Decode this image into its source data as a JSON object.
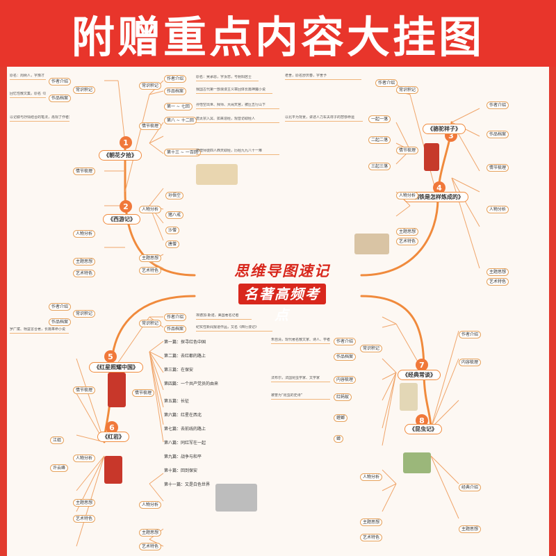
{
  "banner": {
    "title": "附赠重点内容大挂图"
  },
  "center": {
    "line1": "思维导图速记",
    "line2": "名著高频考点"
  },
  "books": [
    {
      "num": "1",
      "title": "《朝花夕拾》"
    },
    {
      "num": "2",
      "title": "《西游记》"
    },
    {
      "num": "3",
      "title": "《骆驼祥子》"
    },
    {
      "num": "4",
      "title": "《钢铁是怎样炼成的》"
    },
    {
      "num": "5",
      "title": "《红星照耀中国》"
    },
    {
      "num": "6",
      "title": "《红岩》"
    },
    {
      "num": "7",
      "title": "《经典常谈》"
    },
    {
      "num": "8",
      "title": "《昆虫记》"
    }
  ],
  "labels": {
    "author": "作者介绍",
    "work": "作品档案",
    "common": "常识积记",
    "plot": "情节梳理",
    "character": "人物分析",
    "theme": "主题思想",
    "art": "艺术特色",
    "content": "内容梳理",
    "classic": "经典介绍",
    "creative": "作品档案"
  },
  "xiyou": {
    "author": "作者介绍",
    "work": "作品档案",
    "ch1": "第一 ~ 七回",
    "ch2": "第八 ~ 十二回",
    "ch3": "第十三 ~ 一百回",
    "p1": "孙悟空",
    "p2": "猪八戒",
    "p3": "沙僧",
    "p4": "唐僧"
  },
  "luotuo": {
    "s1": "一起一落",
    "s2": "二起二落",
    "s3": "三起三落"
  },
  "hongxing": {
    "c1": "第一篇：探寻红色中国",
    "c2": "第二篇：去红都的路上",
    "c3": "第三篇：在保安",
    "c4": "第四篇：一个共产党员的由来",
    "c5": "第五篇：长征",
    "c6": "第六篇：红星在西北",
    "c7": "第七篇：去前线的路上",
    "c8": "第八篇：同红军在一起",
    "c9": "第九篇：战争与和平",
    "c10": "第十篇：回到保安",
    "c11": "第十一篇：又是白色世界"
  },
  "hongyan": {
    "p1": "江姐",
    "p2": "许云峰"
  },
  "jingdian": {
    "a1": "作者介绍",
    "a2": "作品档案"
  },
  "kunchong": {
    "a1": "作者介绍",
    "a2": "作品档案",
    "a3": "内容梳理",
    "a4": "红蚂蚁",
    "a5": "螳螂",
    "a6": "蝉"
  },
  "text": {
    "t1": "原名：周树人，字豫才",
    "t2": "回忆性散文集，原名《旧事重提》",
    "t3": "以记叙与抒情结合的笔法，再现了作者童年生活",
    "t4": "原名：吴承恩，字汝忠，号射阳居士",
    "t5": "我国古代第一部浪漫主义章回体长篇神魔小说",
    "t6": "孙悟空出世、拜师、大闹天宫，被压五行山下",
    "t7": "唐太宗入冥、如来造经，观音访取经人",
    "t8": "唐僧师徒四人西天取经，历经九九八十一难",
    "t9": "老舍，原名舒庆春，字舍予",
    "t10": "以北平为背景，讲述人力车夫祥子的悲惨命运",
    "t11": "埃德加·斯诺，美国著名记者",
    "t12": "纪实性新闻报道作品，又名《西行漫记》",
    "t13": "罗广斌、杨益言合著，长篇革命小说",
    "t14": "朱自清，现代著名散文家、诗人、学者",
    "t15": "法布尔，法国昆虫学家、文学家",
    "t16": "被誉为“昆虫的史诗”"
  },
  "colors": {
    "accent": "#f08a3c",
    "red": "#d8271c",
    "banner": "#e8352b"
  }
}
